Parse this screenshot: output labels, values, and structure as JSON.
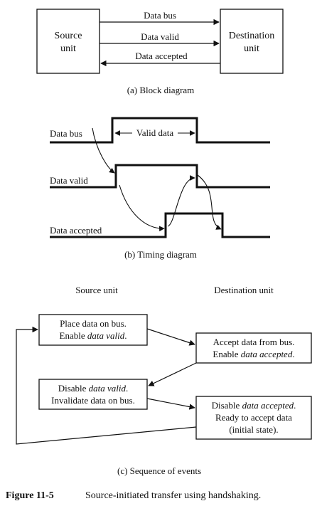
{
  "block_diagram": {
    "source_unit": [
      "Source",
      "unit"
    ],
    "destination_unit": [
      "Destination",
      "unit"
    ],
    "signals": [
      "Data bus",
      "Data valid",
      "Data accepted"
    ],
    "caption": "(a) Block diagram"
  },
  "timing_diagram": {
    "signals": [
      "Data bus",
      "Data valid",
      "Data accepted"
    ],
    "valid_data_label": "Valid data",
    "caption": "(b) Timing diagram"
  },
  "sequence": {
    "source_heading": "Source unit",
    "destination_heading": "Destination unit",
    "step1": {
      "line1": "Place data on bus.",
      "line2_prefix": "Enable ",
      "line2_italic": "data valid",
      "line2_suffix": "."
    },
    "step2": {
      "line1": "Accept data from bus.",
      "line2_prefix": "Enable ",
      "line2_italic": "data accepted",
      "line2_suffix": "."
    },
    "step3": {
      "line1_prefix": "Disable ",
      "line1_italic": "data valid",
      "line1_suffix": ".",
      "line2": "Invalidate data on bus."
    },
    "step4": {
      "line1_prefix": "Disable ",
      "line1_italic": "data accepted",
      "line1_suffix": ".",
      "line2": "Ready to accept data",
      "line3": "(initial state)."
    },
    "caption": "(c) Sequence of events"
  },
  "figure_caption": {
    "label": "Figure 11-5",
    "text": "Source-initiated transfer using handshaking."
  }
}
